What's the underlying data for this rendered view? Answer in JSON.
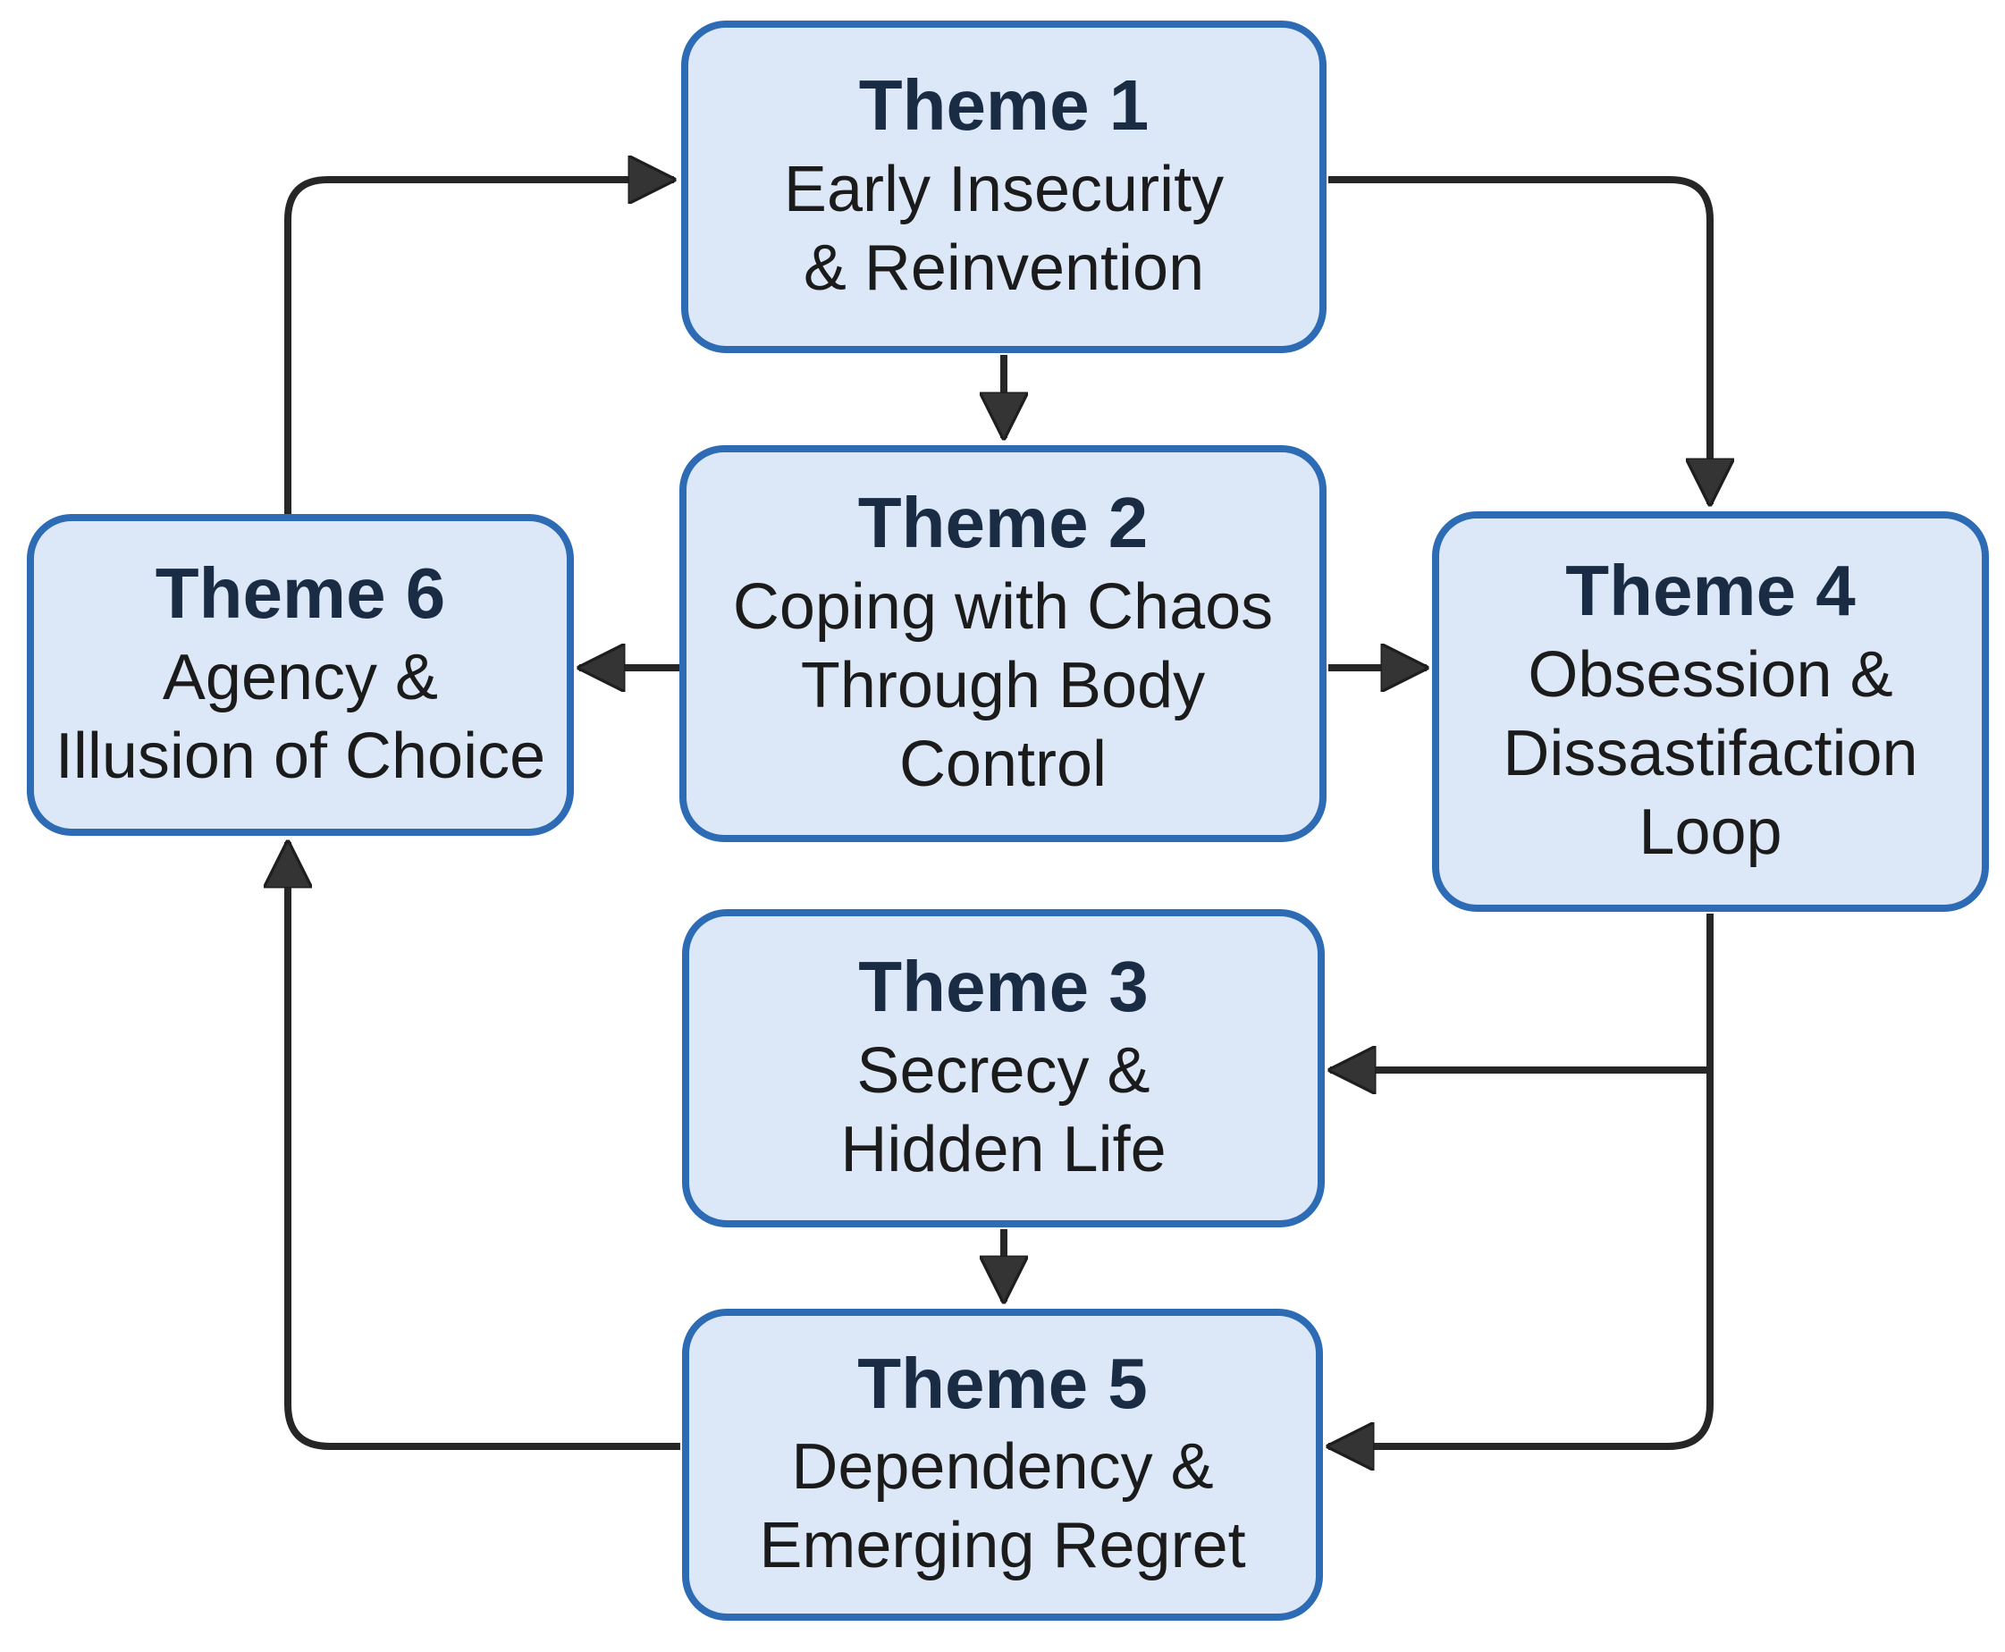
{
  "diagram": {
    "type": "flowchart",
    "background": "#ffffff",
    "box_fill": "#dce8f7",
    "box_border_color": "#2d6cb4",
    "title_color": "#1a2b44",
    "body_text_color": "#1b1b1b",
    "arrow_color": "#262626",
    "boxes": [
      {
        "id": "theme-1",
        "title": "Theme 1",
        "subtitle": "Early Insecurity\n& Reinvention"
      },
      {
        "id": "theme-2",
        "title": "Theme 2",
        "subtitle": "Coping with Chaos\nThrough Body\nControl"
      },
      {
        "id": "theme-3",
        "title": "Theme 3",
        "subtitle": "Secrecy &\nHidden Life"
      },
      {
        "id": "theme-4",
        "title": "Theme 4",
        "subtitle": "Obsession &\nDissastifaction\nLoop"
      },
      {
        "id": "theme-5",
        "title": "Theme 5",
        "subtitle": "Dependency &\nEmerging Regret"
      },
      {
        "id": "theme-6",
        "title": "Theme 6",
        "subtitle": "Agency &\nIllusion of Choice"
      }
    ],
    "edges": [
      {
        "from": "theme-6",
        "to": "theme-1"
      },
      {
        "from": "theme-1",
        "to": "theme-2"
      },
      {
        "from": "theme-1",
        "to": "theme-4"
      },
      {
        "from": "theme-2",
        "to": "theme-6"
      },
      {
        "from": "theme-2",
        "to": "theme-4"
      },
      {
        "from": "theme-4",
        "to": "theme-3"
      },
      {
        "from": "theme-4",
        "to": "theme-5"
      },
      {
        "from": "theme-3",
        "to": "theme-5"
      },
      {
        "from": "theme-5",
        "to": "theme-6"
      }
    ]
  }
}
